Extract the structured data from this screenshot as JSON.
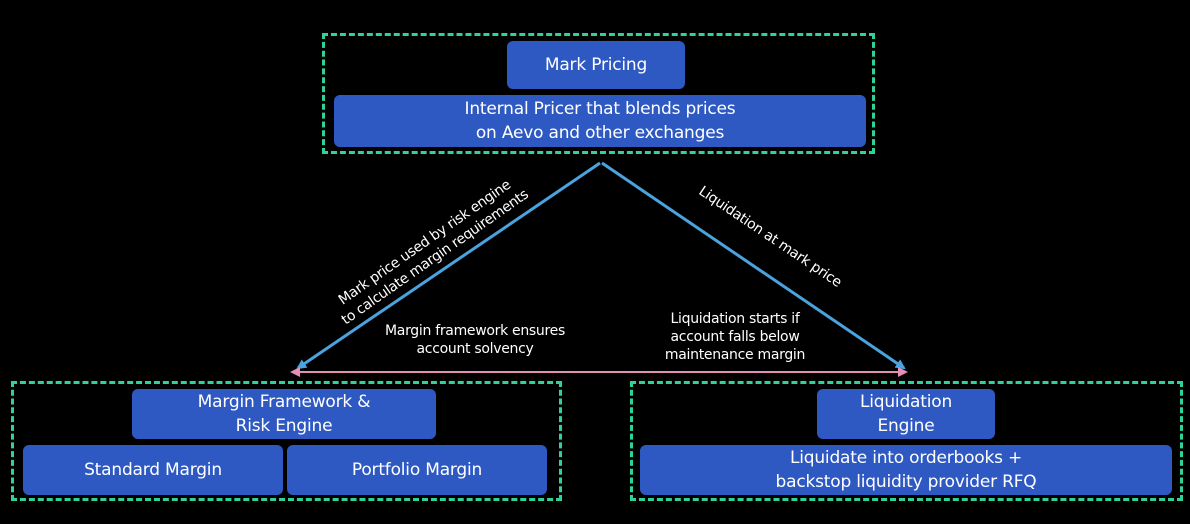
{
  "colors": {
    "background": "#000000",
    "box": "#2f59c2",
    "group_border": "#2fd39a",
    "arrow_blue": "#4aa3df",
    "arrow_pink": "#e48fb3"
  },
  "top_group": {
    "title": "Mark Pricing",
    "body": "Internal Pricer that blends prices\non Aevo and other exchanges"
  },
  "left_group": {
    "title": "Margin Framework &\nRisk Engine",
    "item_1": "Standard Margin",
    "item_2": "Portfolio Margin"
  },
  "right_group": {
    "title": "Liquidation\nEngine",
    "body": "Liquidate into orderbooks +\nbackstop liquidity provider RFQ"
  },
  "edges": {
    "left_label": "Mark price used by risk engine\nto calculate margin requirements",
    "right_label": "Liquidation at mark price",
    "bottom_left_label": "Margin framework ensures\naccount solvency",
    "bottom_right_label": "Liquidation starts if\naccount falls below\nmaintenance margin"
  }
}
